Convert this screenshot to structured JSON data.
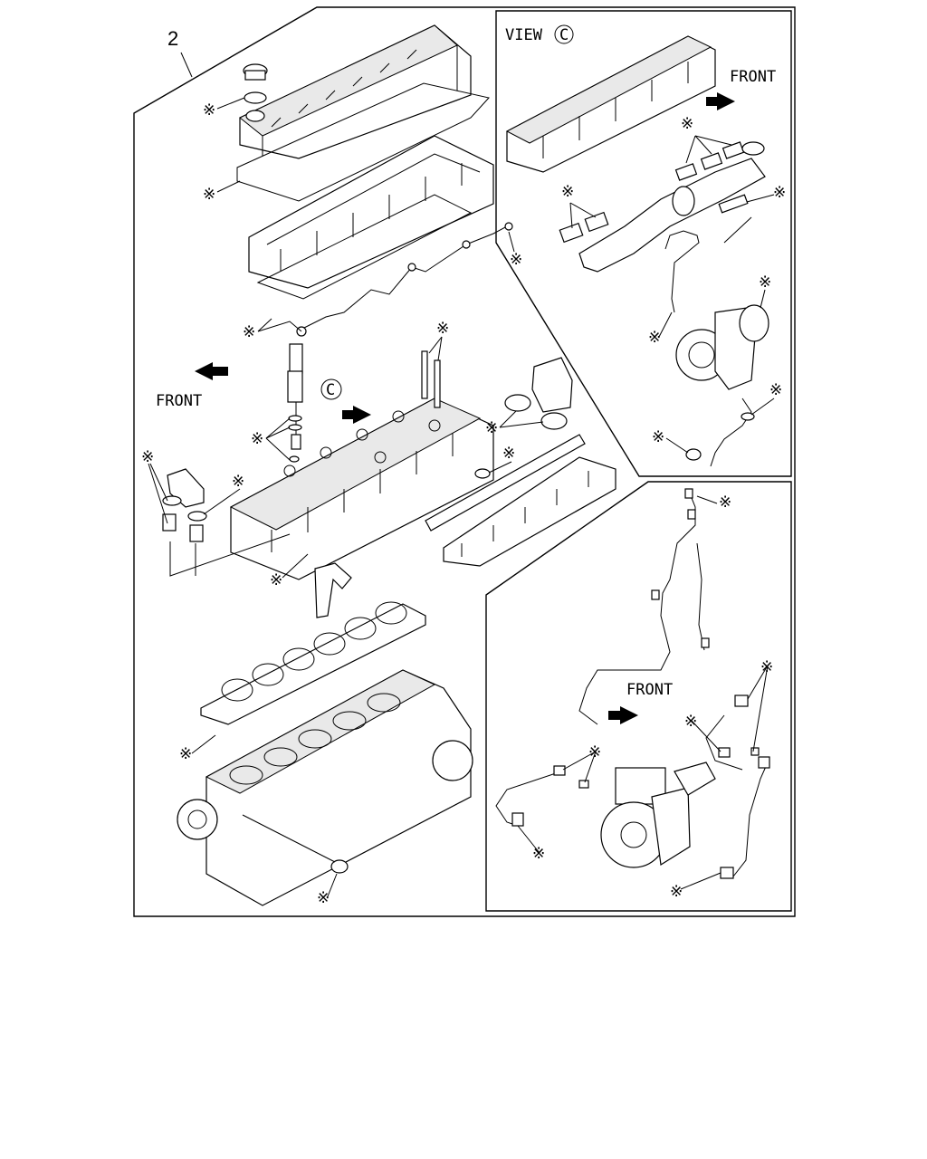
{
  "diagram": {
    "item_number": "2",
    "view_label": "VIEW",
    "view_symbol": "C",
    "front_label": "FRONT",
    "asterisk": "※",
    "arrow_color": "#000000",
    "line_color": "#000000"
  }
}
